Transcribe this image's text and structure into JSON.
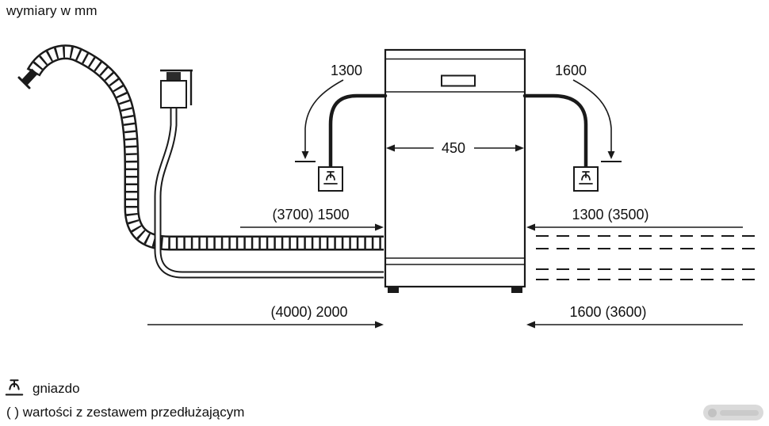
{
  "header": {
    "title": "wymiary w mm"
  },
  "dimensions": {
    "power_cord_left": "1300",
    "power_cord_right": "1600",
    "appliance_width": "450",
    "drain_hose_upper": "(3700) 1500",
    "right_upper": "1300 (3500)",
    "bottom_left": "(4000) 2000",
    "bottom_right": "1600 (3600)"
  },
  "legend": {
    "socket": "gniazdo",
    "extension_note": "( ) wartości z zestawem przedłużającym"
  },
  "colors": {
    "line": "#1a1a1a",
    "text": "#111111",
    "background": "#ffffff"
  },
  "icons": {
    "socket": "socket-icon",
    "tap": "tap-icon",
    "drain_hose": "corrugated-hose",
    "watermark": "store-watermark"
  }
}
